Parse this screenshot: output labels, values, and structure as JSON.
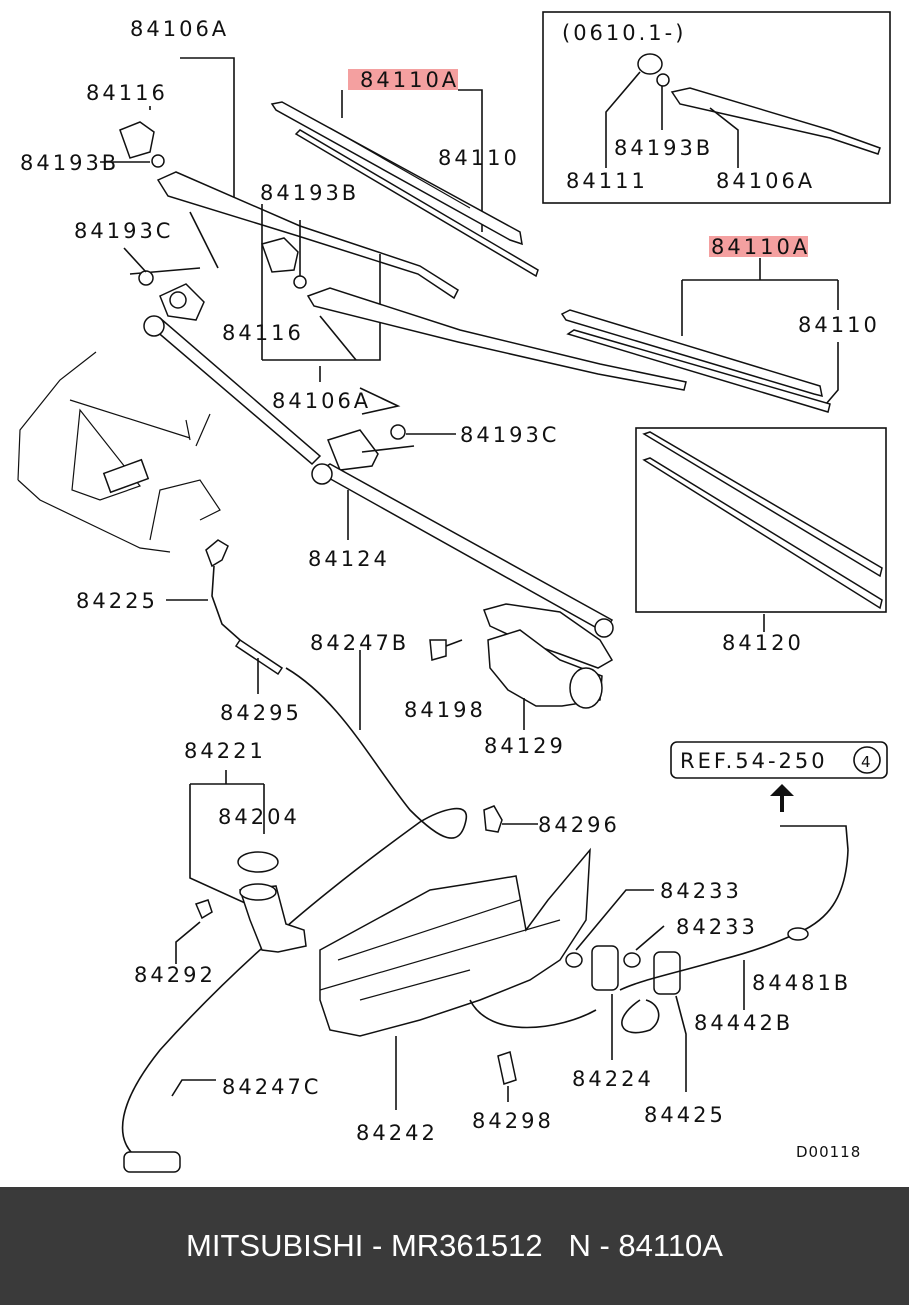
{
  "labels": {
    "l84106A_1": "84106A",
    "l84116_1": "84116",
    "l84193B_1": "84193B",
    "l84193C_1": "84193C",
    "l84110A_1": "84110A",
    "l84110_1": "84110",
    "l84193B_2": "84193B",
    "l84116_2": "84116",
    "l84106A_2": "84106A",
    "l84193C_2": "84193C",
    "l0610": "(0610.1-)",
    "l84193B_3": "84193B",
    "l84111": "84111",
    "l84106A_3": "84106A",
    "l84110A_2": "84110A",
    "l84110_2": "84110",
    "l84124": "84124",
    "l84120": "84120",
    "l84225": "84225",
    "l84247B": "84247B",
    "l84198": "84198",
    "l84129": "84129",
    "l84295": "84295",
    "lREF": "REF.54-250",
    "lREFnum": "4",
    "l84221": "84221",
    "l84204": "84204",
    "l84296": "84296",
    "l84233_1": "84233",
    "l84233_2": "84233",
    "l84292": "84292",
    "l84481B": "84481B",
    "l84442B": "84442B",
    "l84224": "84224",
    "l84247C": "84247C",
    "l84425": "84425",
    "l84242": "84242",
    "l84298": "84298",
    "lD00118": "D00118"
  },
  "footer": {
    "text": "MITSUBISHI - MR361512   N - 84110A"
  },
  "colors": {
    "highlight": "#f4a0a0",
    "footer_bg": "#3a3a3a",
    "footer_text": "#ffffff"
  }
}
